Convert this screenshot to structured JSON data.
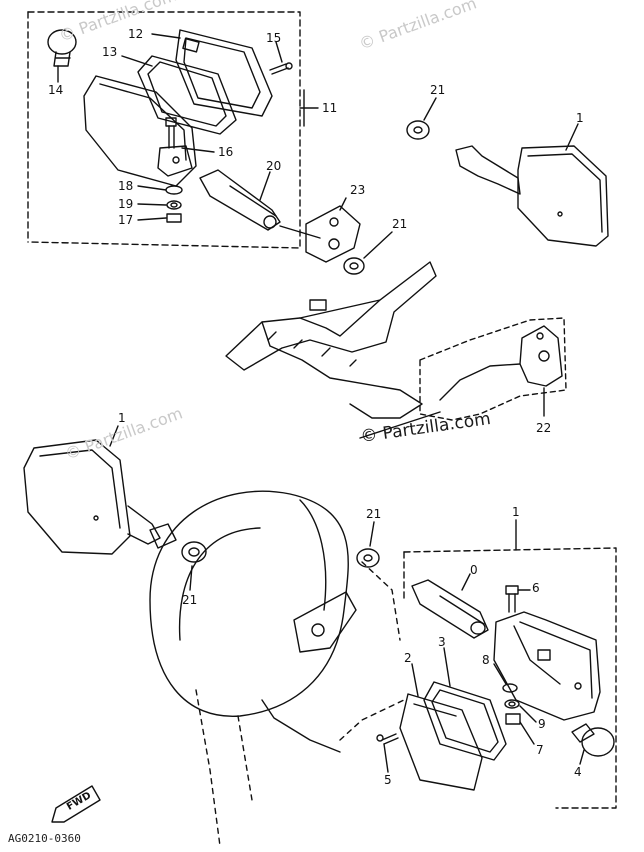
{
  "watermarks": {
    "top": "© Partzilla.com",
    "top_right": "© Partzilla.com",
    "mid_left": "© Partzilla.com",
    "main": "© Partzilla.com"
  },
  "callouts": {
    "c1_top": "1",
    "c1_left": "1",
    "c1_bottom": "1",
    "c2": "2",
    "c3": "3",
    "c4": "4",
    "c5": "5",
    "c6": "6",
    "c7": "7",
    "c8": "8",
    "c9": "9",
    "c0": "0",
    "c11": "11",
    "c12": "12",
    "c13": "13",
    "c14": "14",
    "c15": "15",
    "c16": "16",
    "c17": "17",
    "c18": "18",
    "c19": "19",
    "c20": "20",
    "c21_top": "21",
    "c21_mid": "21",
    "c21_left": "21",
    "c21_bottom": "21",
    "c22": "22",
    "c23": "23"
  },
  "fwd_label": "FWD",
  "drawing_code": "AG0210-0360"
}
